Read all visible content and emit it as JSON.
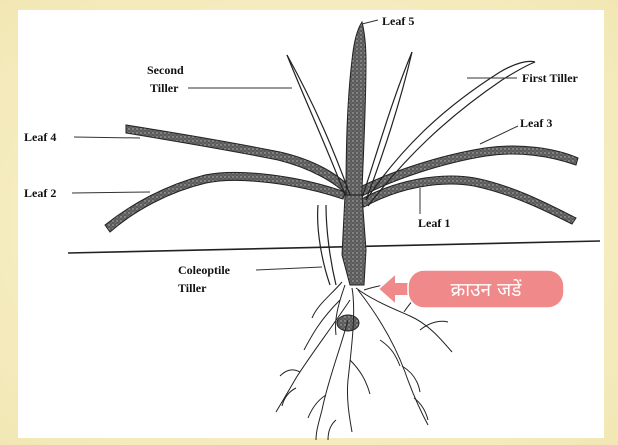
{
  "labels": {
    "leaf5": "Leaf 5",
    "second_tiller_1": "Second",
    "second_tiller_2": "Tiller",
    "first_tiller": "First Tiller",
    "leaf4": "Leaf 4",
    "leaf3": "Leaf 3",
    "leaf2": "Leaf 2",
    "leaf1": "Leaf 1",
    "coleoptile_1": "Coleoptile",
    "coleoptile_2": "Tiller"
  },
  "callout": {
    "text": "क्राउन जडें",
    "color": "#f08a8a"
  },
  "colors": {
    "background": "#f2e7b4",
    "panel": "#ffffff",
    "leaf_fill": "#6f6f6f",
    "ink": "#111111"
  }
}
